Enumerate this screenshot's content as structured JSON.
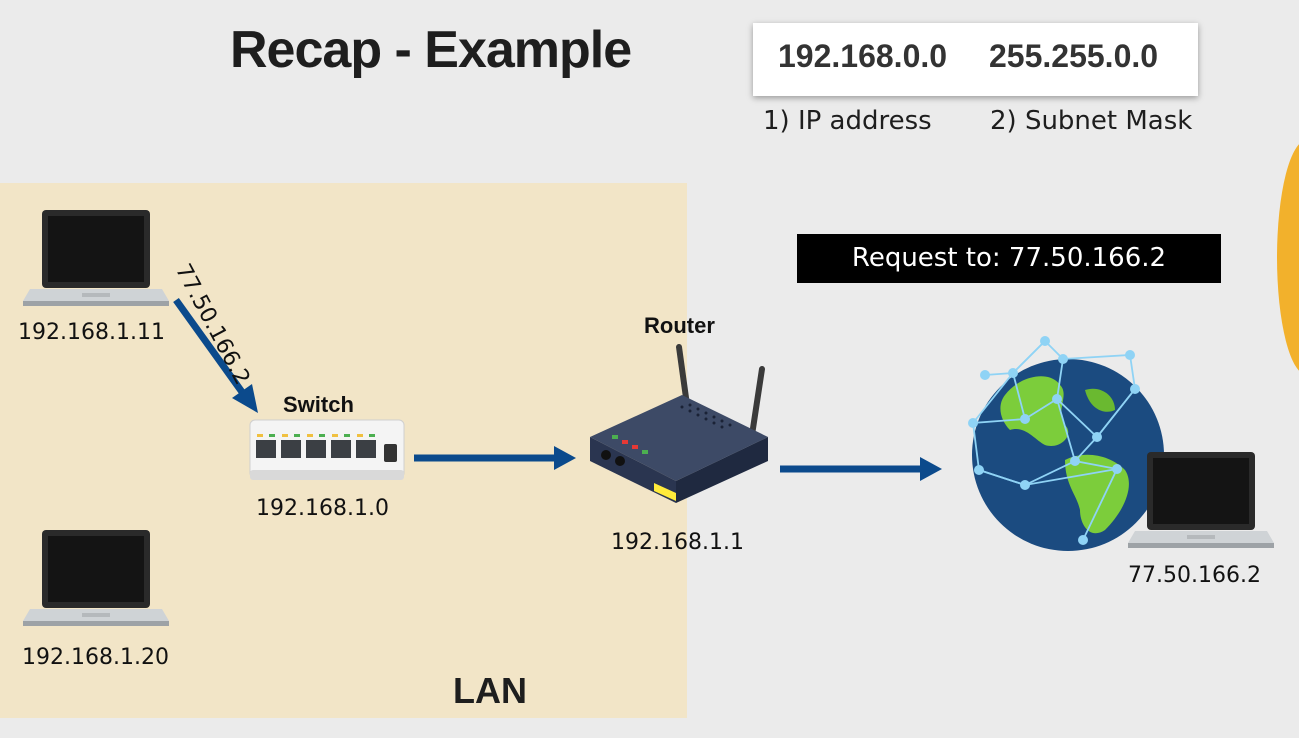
{
  "title": "Recap - Example",
  "network": {
    "ip_value": "192.168.0.0",
    "mask_value": "255.255.0.0",
    "ip_caption": "1) IP address",
    "mask_caption": "2) Subnet Mask"
  },
  "request_banner": "Request to: 77.50.166.2",
  "lan_label": "LAN",
  "packet_label": "77.50.166.2",
  "devices": {
    "laptop1_ip": "192.168.1.11",
    "laptop2_ip": "192.168.1.20",
    "switch_label": "Switch",
    "switch_ip": "192.168.1.0",
    "router_label": "Router",
    "router_ip": "192.168.1.1",
    "remote_ip": "77.50.166.2"
  },
  "colors": {
    "arrow": "#0b4a8c",
    "lan_background": "#f2e5c7",
    "accent_orange": "#f2b12c"
  }
}
